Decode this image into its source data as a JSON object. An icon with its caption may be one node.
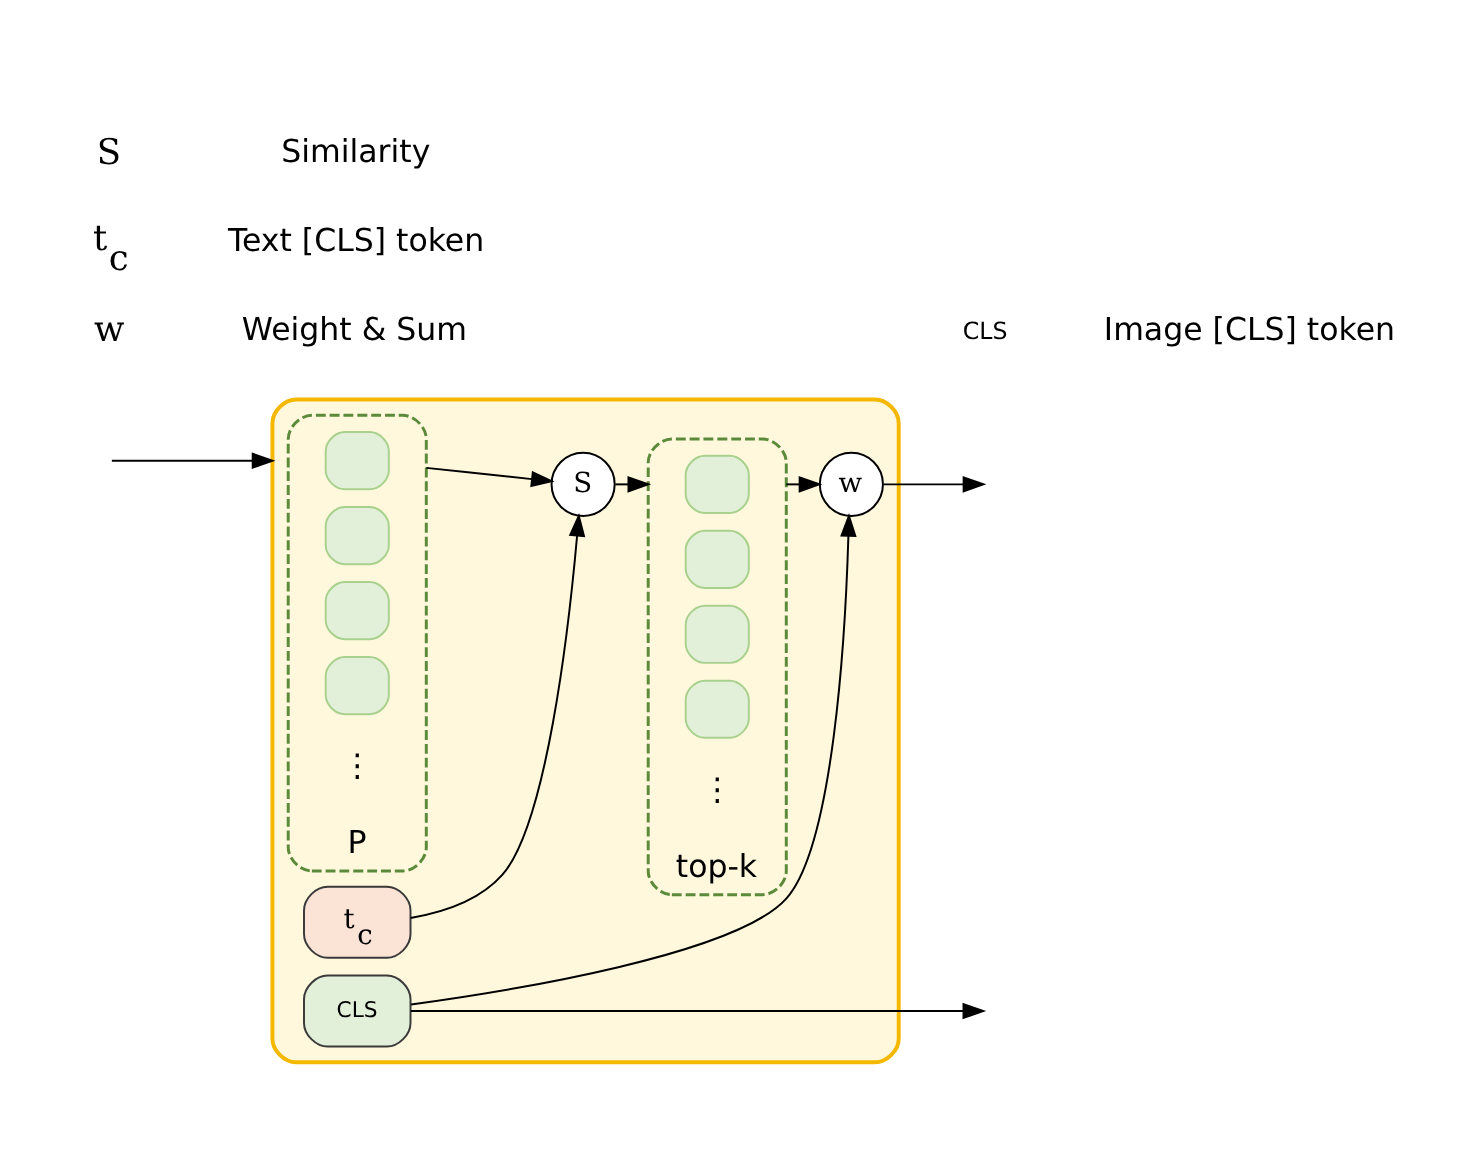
{
  "diagram": {
    "nodes": [
      {
        "text": [],
        "shape": "box"
      },
      {
        "text": [
          "CLS"
        ],
        "in": 0
      },
      {
        "text": [
          "P"
        ],
        "in": 0
      },
      {
        "text": [],
        "shape": "box",
        "in": 2
      },
      {
        "text": [],
        "shape": "box",
        "in": 2
      },
      {
        "text": [],
        "shape": "box",
        "in": 2
      },
      {
        "text": [],
        "shape": "box",
        "in": 2
      },
      {
        "text": [
          "S"
        ],
        "in": 0
      },
      {
        "text": [
          "t$_{c}$"
        ],
        "in": 0
      },
      {
        "text": [
          "top-k"
        ],
        "in": 0
      },
      {
        "text": [],
        "shape": "box",
        "in": 9
      },
      {
        "text": [],
        "shape": "box",
        "in": 9
      },
      {
        "text": [],
        "shape": "box",
        "in": 9
      },
      {
        "text": [],
        "shape": "box",
        "in": 9
      },
      {
        "text": [
          "w"
        ],
        "in": 0
      }
    ],
    "edges": [
      {
        "from": null,
        "to": 0,
        "arrow": "to"
      },
      {
        "from": 2,
        "to": 7,
        "arrow": "to"
      },
      {
        "from": 8,
        "to": 7,
        "arrow": "to"
      },
      {
        "from": 7,
        "to": 9,
        "arrow": "to"
      },
      {
        "from": 9,
        "to": 14,
        "arrow": "to"
      },
      {
        "from": 1,
        "to": null,
        "arrow": "to"
      },
      {
        "from": 1,
        "to": 14,
        "arrow": "to"
      },
      {
        "from": 14,
        "to": null,
        "arrow": "to"
      }
    ],
    "labels": [
      "⋮",
      "⋮",
      "CLS",
      "S",
      "t$_{c}$",
      "w"
    ],
    "legend": [
      {
        "text": "Image [CLS] token"
      },
      {
        "text": "Similarity"
      },
      {
        "text": "Text [CLS] token"
      },
      {
        "text": "Weight & Sum"
      }
    ]
  }
}
